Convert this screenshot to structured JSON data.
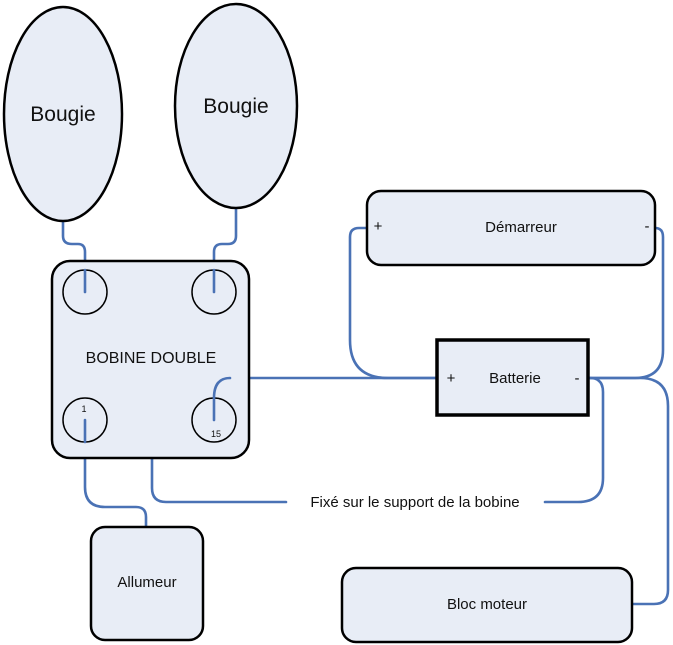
{
  "diagram": {
    "plugs": [
      {
        "label": "Bougie"
      },
      {
        "label": "Bougie"
      }
    ],
    "coil": {
      "label": "BOBINE DOUBLE",
      "terminal_1": "1",
      "terminal_15": "15"
    },
    "starter": {
      "label": "Démarreur",
      "plus": "+",
      "minus": "-"
    },
    "battery": {
      "label": "Batterie",
      "plus": "+",
      "minus": "-"
    },
    "distributor": {
      "label": "Allumeur"
    },
    "engine_block": {
      "label": "Bloc moteur"
    },
    "note": "Fixé sur le support de la bobine"
  }
}
